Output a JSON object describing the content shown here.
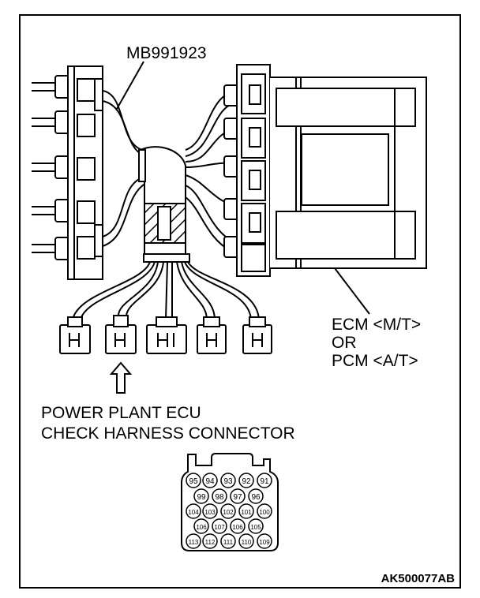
{
  "diagram": {
    "tool_label": "MB991923",
    "ecu_label_line1": "ECM <M/T>",
    "ecu_label_line2": "OR",
    "ecu_label_line3": "PCM <A/T>",
    "connector_title_line1": "POWER PLANT ECU",
    "connector_title_line2": "CHECK HARNESS CONNECTOR",
    "figure_code": "AK500077AB"
  },
  "pins": {
    "row1": [
      "95",
      "94",
      "93",
      "92",
      "91"
    ],
    "row2": [
      "99",
      "98",
      "97",
      "96"
    ],
    "row3": [
      "104",
      "103",
      "102",
      "101",
      "100"
    ],
    "row4": [
      "106",
      "107",
      "106",
      "105"
    ],
    "row5": [
      "113",
      "112",
      "111",
      "110",
      "109"
    ]
  }
}
